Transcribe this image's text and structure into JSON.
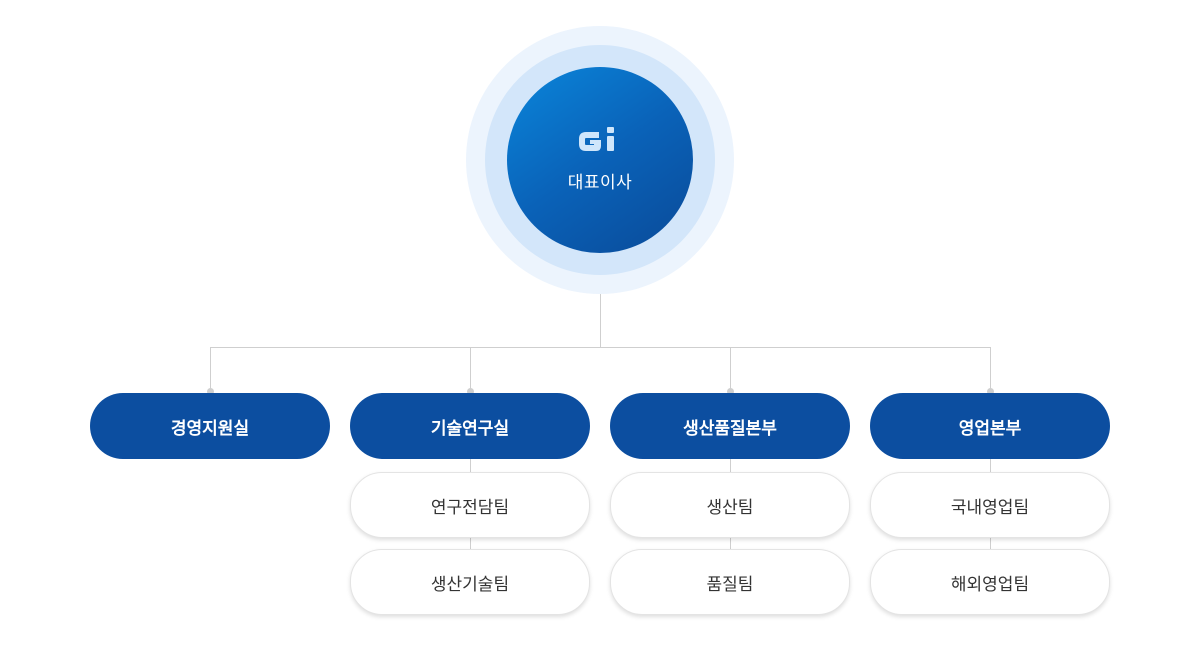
{
  "ceo": {
    "logo_text": "Gi",
    "title": "대표이사"
  },
  "divisions": [
    {
      "label": "경영지원실",
      "teams": []
    },
    {
      "label": "기술연구실",
      "teams": [
        "연구전담팀",
        "생산기술팀"
      ]
    },
    {
      "label": "생산품질본부",
      "teams": [
        "생산팀",
        "품질팀"
      ]
    },
    {
      "label": "영업본부",
      "teams": [
        "국내영업팀",
        "해외영업팀"
      ]
    }
  ],
  "colors": {
    "division_fill": "#0c4ea0",
    "ceo_gradient_start": "#0a86db",
    "ceo_gradient_end": "#0a4a98",
    "halo_outer": "#ecf4fd",
    "halo_inner": "#d3e6fa",
    "connector": "#cfcfcf"
  }
}
